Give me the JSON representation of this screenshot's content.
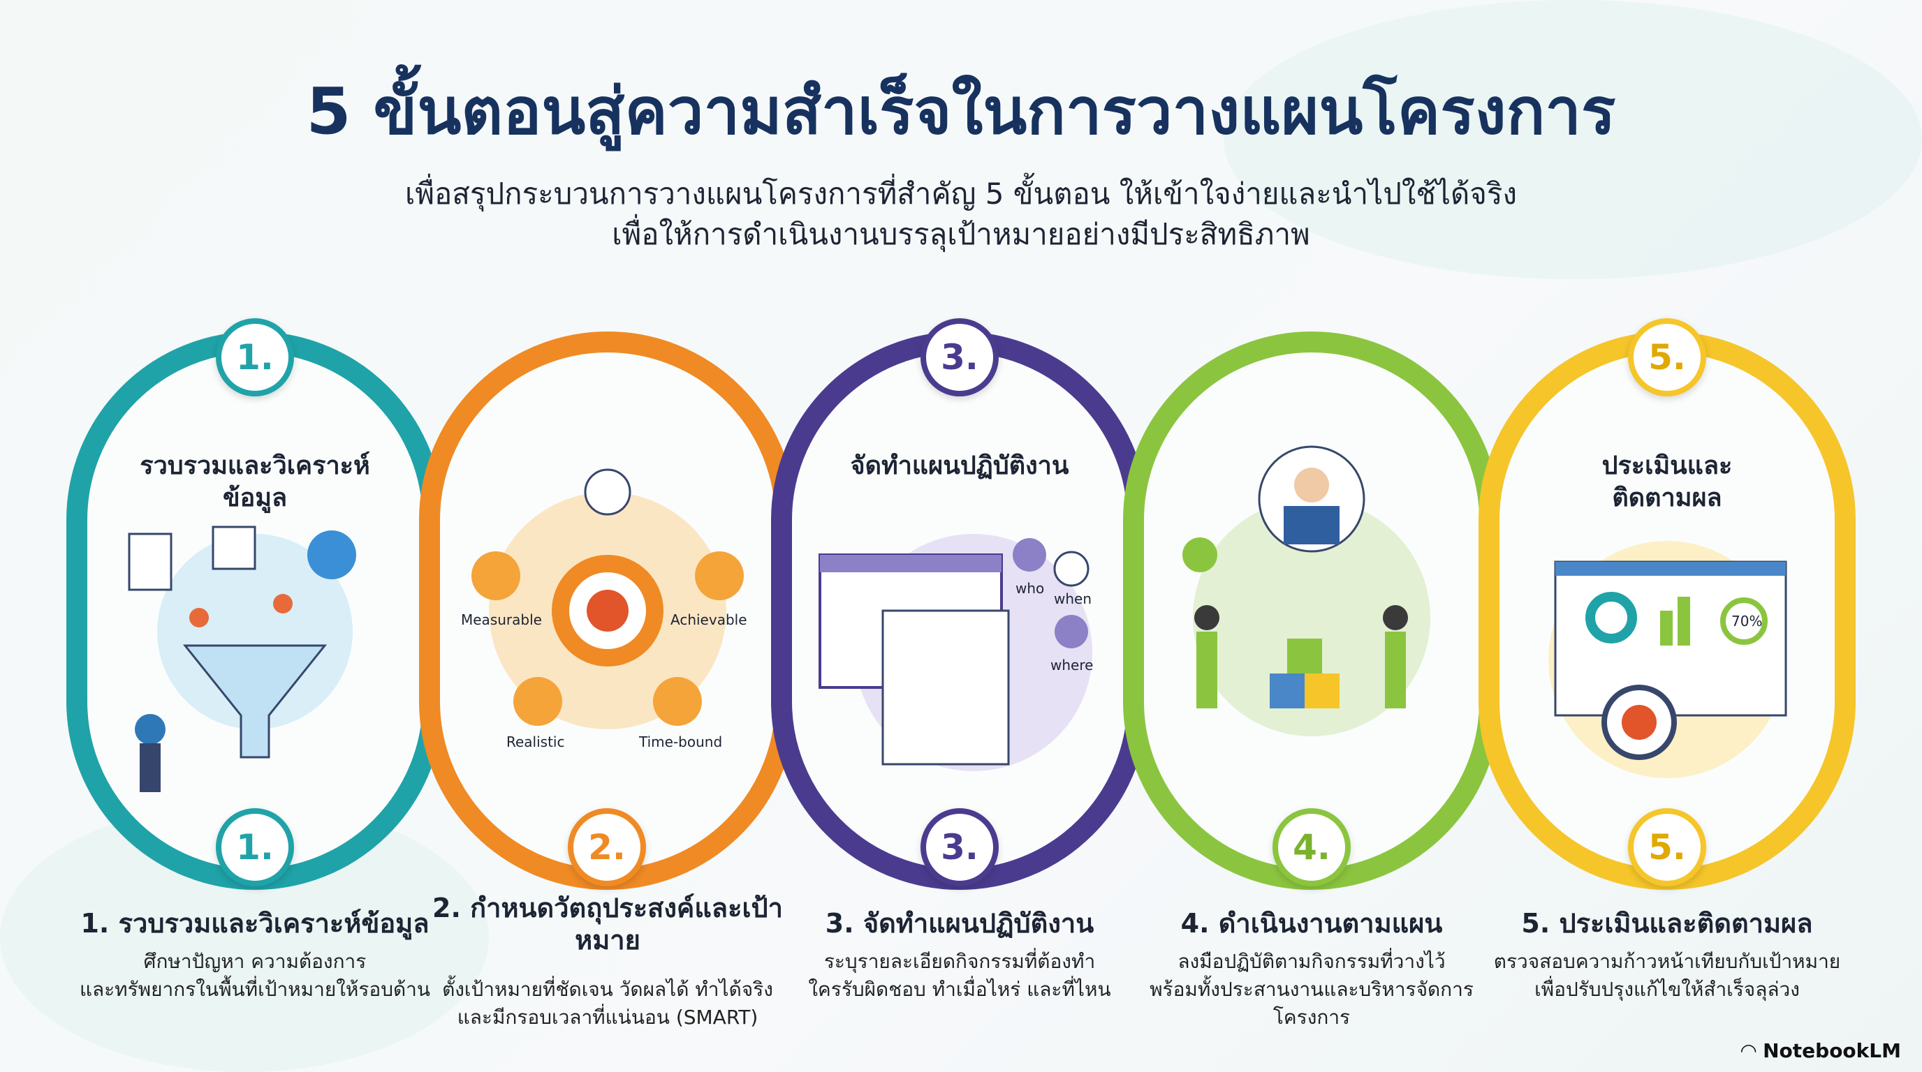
{
  "title": "5 ขั้นตอนสู่ความสำเร็จในการวางแผนโครงการ",
  "subtitle": [
    "เพื่อสรุปกระบวนการวางแผนโครงการที่สำคัญ 5 ขั้นตอน ให้เข้าใจง่ายและนำไปใช้ได้จริง",
    "เพื่อให้การดำเนินงานบรรลุเป้าหมายอย่างมีประสิทธิภาพ"
  ],
  "colors": {
    "teal": "#1fa3a8",
    "orange": "#f08a24",
    "purple": "#4b3b8f",
    "green": "#8bc53f",
    "yellow": "#f5c52a"
  },
  "steps": [
    {
      "badge": "1.",
      "inner_title": "รวบรวมและวิเคราะห์ข้อมูล",
      "title": "1. รวบรวมและวิเคราะห์ข้อมูล",
      "desc": [
        "ศึกษาปัญหา ความต้องการ",
        "และทรัพยากรในพื้นที่เป้าหมายให้รอบด้าน"
      ]
    },
    {
      "badge": "2.",
      "inner_title": "",
      "title": "2. กำหนดวัตถุประสงค์และเป้าหมาย",
      "desc": [
        "ตั้งเป้าหมายที่ชัดเจน วัดผลได้ ทำได้จริง",
        "และมีกรอบเวลาที่แน่นอน (SMART)"
      ],
      "labels": [
        "Measurable",
        "Achievable",
        "Realistic",
        "Time-bound"
      ]
    },
    {
      "badge": "3.",
      "inner_title": "จัดทำแผนปฏิบัติงาน",
      "title": "3. จัดทำแผนปฏิบัติงาน",
      "desc": [
        "ระบุรายละเอียดกิจกรรมที่ต้องทำ",
        "ใครรับผิดชอบ ทำเมื่อไหร่ และที่ไหน"
      ],
      "labels": [
        "who",
        "when",
        "where"
      ]
    },
    {
      "badge": "4.",
      "inner_title": "",
      "title": "4. ดำเนินงานตามแผน",
      "desc": [
        "ลงมือปฏิบัติตามกิจกรรมที่วางไว้",
        "พร้อมทั้งประสานงานและบริหารจัดการ",
        "โครงการ"
      ]
    },
    {
      "badge": "5.",
      "inner_title": "ประเมินและติดตามผล",
      "title": "5. ประเมินและติดตามผล",
      "desc": [
        "ตรวจสอบความก้าวหน้าเทียบกับเป้าหมาย",
        "เพื่อปรับปรุงแก้ไขให้สำเร็จลุล่วง"
      ],
      "labels": [
        "70%"
      ]
    }
  ],
  "brand": "NotebookLM"
}
